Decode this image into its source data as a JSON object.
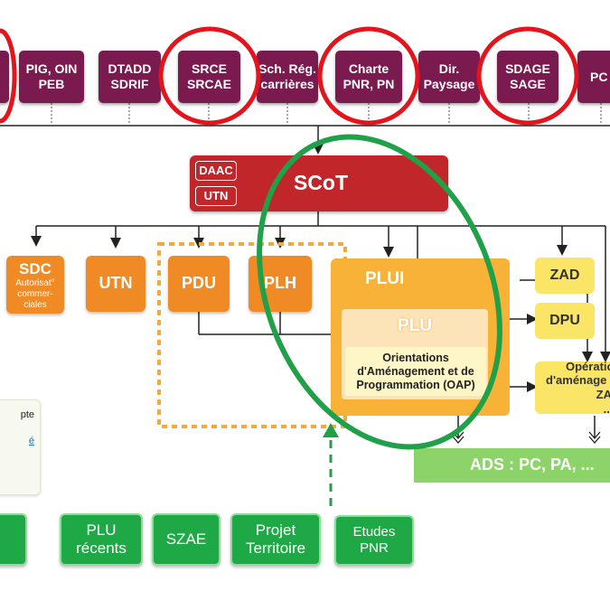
{
  "top_row": [
    {
      "id": "pig",
      "lines": [
        "PIG, OIN",
        "PEB"
      ]
    },
    {
      "id": "dtadd",
      "lines": [
        "DTADD",
        "SDRIF"
      ]
    },
    {
      "id": "srce",
      "lines": [
        "SRCE",
        "SRCAE"
      ]
    },
    {
      "id": "schreg",
      "lines": [
        "Sch. Rég.",
        "carrières"
      ]
    },
    {
      "id": "charte",
      "lines": [
        "Charte",
        "PNR, PN"
      ]
    },
    {
      "id": "dir",
      "lines": [
        "Dir.",
        "Paysage"
      ]
    },
    {
      "id": "sdage",
      "lines": [
        "SDAGE",
        "SAGE"
      ]
    },
    {
      "id": "pc",
      "lines": [
        "PC"
      ]
    }
  ],
  "scot": {
    "label": "SCoT",
    "daac": "DAAC",
    "utn": "UTN"
  },
  "middle": {
    "sdc": {
      "title": "SDC",
      "sub1": "Autorisat°",
      "sub2": "commer-",
      "sub3": "ciales"
    },
    "utn": "UTN",
    "pdu": "PDU",
    "plh": "PLH",
    "plui": "PLUI",
    "plu": "PLU",
    "oap": [
      "Orientations",
      "d'Aménagement et de",
      "Programmation (OAP)"
    ]
  },
  "right": {
    "zad": "ZAD",
    "dpu": "DPU",
    "op": [
      "Opératio",
      "d'aménage",
      "ZAC ..."
    ],
    "ads": "ADS : PC, PA, ..."
  },
  "legend": {
    "line1": "pte",
    "line2": "é"
  },
  "bottom_row": [
    {
      "id": "plu-recents",
      "lines": [
        "PLU",
        "récents"
      ]
    },
    {
      "id": "szae",
      "lines": [
        "SZAE"
      ]
    },
    {
      "id": "projet",
      "lines": [
        "Projet",
        "Territoire"
      ]
    },
    {
      "id": "etudes",
      "lines": [
        "Etudes",
        "PNR"
      ]
    }
  ],
  "colors": {
    "top_box": "#7b1a4e",
    "scot": "#c1262b",
    "orange": "#f08a24",
    "plui_bg": "#f8b237",
    "yellow": "#fbe567",
    "green": "#1fa846",
    "highlight_red": "#e3141b",
    "highlight_green": "#21a04a"
  }
}
